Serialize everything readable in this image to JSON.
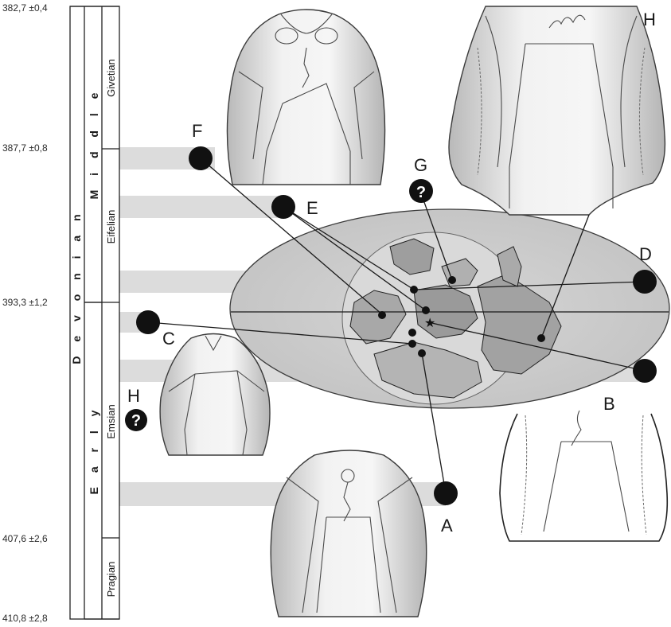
{
  "timescale": {
    "ages": [
      "382,7 ±0,4",
      "387,7 ±0,8",
      "393,3 ±1,2",
      "407,6 ±2,6",
      "410,8 ±2,8"
    ],
    "period": "D e v o n i a n",
    "epochs": [
      "M i d d l e",
      "E a r l y"
    ],
    "stages": [
      "Givetian",
      "Eifelian",
      "Emsian",
      "Pragian"
    ]
  },
  "labels": {
    "A": "A",
    "B": "B",
    "C": "C",
    "D": "D",
    "E": "E",
    "F": "F",
    "G": "G",
    "H_top": "H",
    "H_left": "H"
  },
  "question_mark": "?",
  "colors": {
    "band": "#dcdcdc",
    "map_ellipse": "#cfcfcf",
    "landmass": "#9e9e9e",
    "dot": "#111111"
  }
}
